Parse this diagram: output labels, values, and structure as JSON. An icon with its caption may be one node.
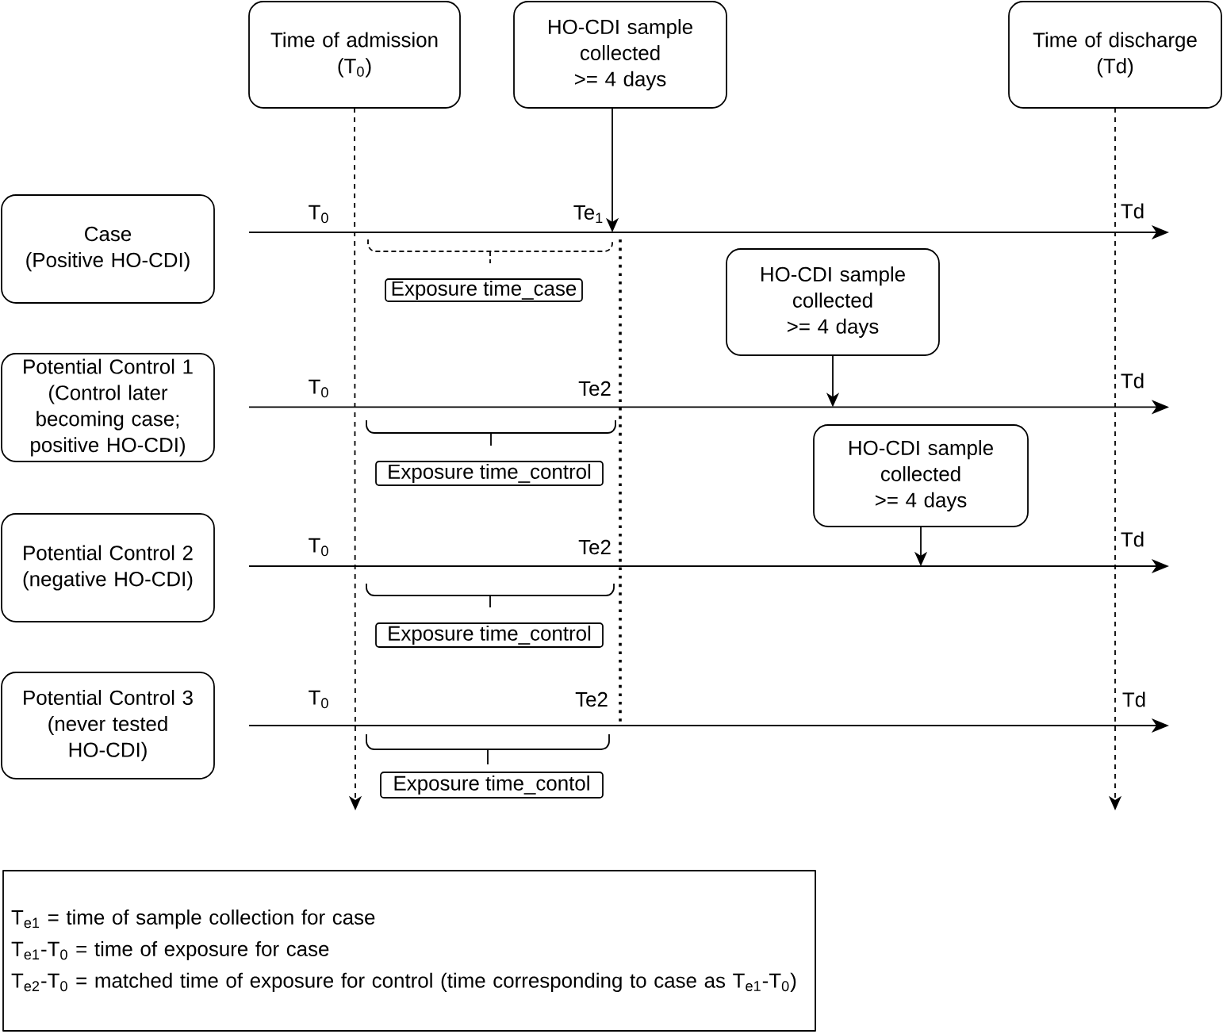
{
  "diagram": {
    "nodes": [
      {
        "text": [
          "Time of admission",
          "(T$_{0}$)"
        ]
      },
      {
        "text": [
          "HO-CDI sample collected",
          ">= 4 days"
        ]
      },
      {
        "text": [
          "Time of discharge",
          "(Td)"
        ]
      },
      {
        "text": [
          "Case",
          "(Positive HO-CDI)"
        ]
      },
      {
        "text": [],
        "shape": "arrow",
        "beside": [
          "T$_{0}$",
          "Te$_{1}$",
          "Td"
        ]
      },
      {
        "text": [
          "HO-CDI sample collected",
          ">= 4 days"
        ]
      },
      {
        "text": [
          "Exposure time_case"
        ]
      },
      {
        "text": [
          "Potential Control 1",
          "(Control later becoming case; positive HO-CDI)"
        ]
      },
      {
        "text": [],
        "shape": "arrow",
        "beside": [
          "T$_{0}$",
          "Te2",
          "Td"
        ]
      },
      {
        "text": [
          "HO-CDI sample collected",
          ">= 4 days"
        ]
      },
      {
        "text": [
          "Exposure time_control"
        ]
      },
      {
        "text": [
          "Potential Control 2",
          "(negative HO-CDI)"
        ]
      },
      {
        "text": [],
        "shape": "arrow",
        "beside": [
          "T$_{0}$",
          "Te2",
          "Td"
        ]
      },
      {
        "text": [
          "Exposure time_control"
        ]
      },
      {
        "text": [
          "Potential Control 3",
          "(never tested HO-CDI)"
        ]
      },
      {
        "text": [],
        "shape": "arrow",
        "beside": [
          "T$_{0}$",
          "Te2",
          "Td"
        ]
      },
      {
        "text": [
          "Exposure time_contol"
        ]
      },
      {
        "text": [
          "T$_{e1}$ = time of sample collection for case",
          "T$_{e1}$-T$_{0}$ = time of exposure for case",
          "T$_{e2}$-T$_{0}$ = matched time of exposure for control (time corresponding to case as T$_{e1}$-T$_{0}$)"
        ]
      }
    ],
    "edges": [
      {
        "from": 0,
        "to": null,
        "arrow": "to",
        "style": "dashed"
      },
      {
        "from": 1,
        "to": 4,
        "arrow": "to"
      },
      {
        "from": 2,
        "to": null,
        "arrow": "to",
        "style": "dashed"
      },
      {
        "from": 5,
        "to": 8,
        "arrow": "to"
      },
      {
        "from": 9,
        "to": 12,
        "arrow": "to"
      }
    ]
  }
}
